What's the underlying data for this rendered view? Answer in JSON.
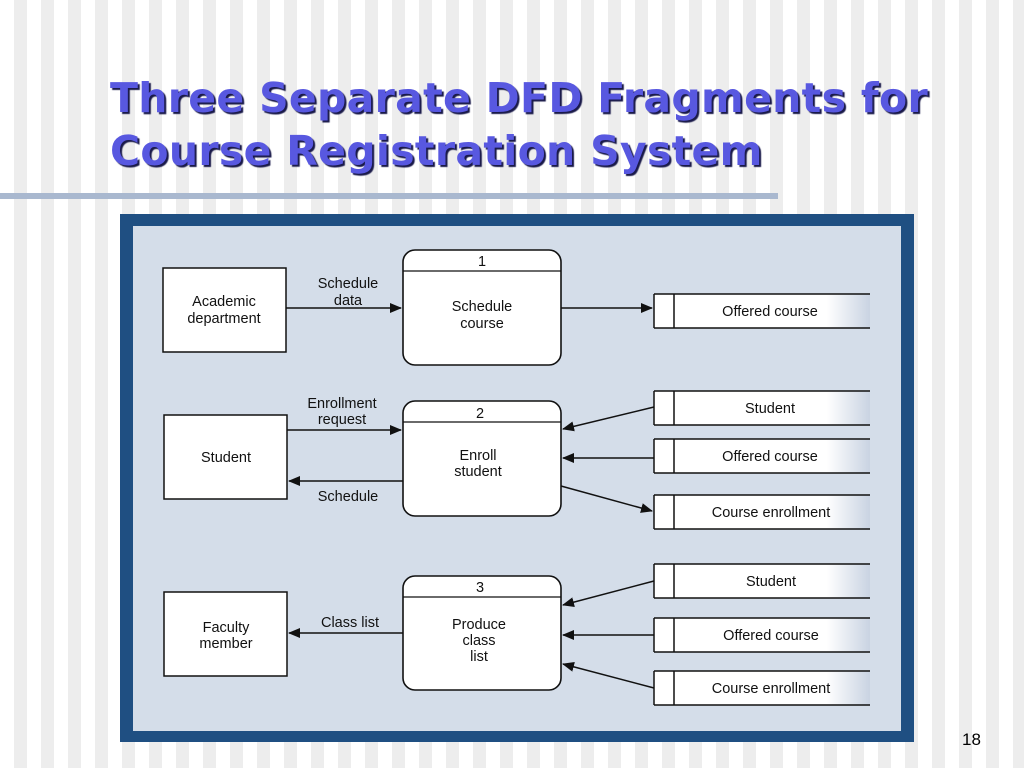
{
  "title": {
    "line1": "Three Separate DFD Fragments for",
    "line2": "Course Registration System"
  },
  "page_number": "18",
  "diagram": {
    "entities": {
      "academic_department": [
        "Academic",
        "department"
      ],
      "student": [
        "Student"
      ],
      "faculty_member": [
        "Faculty",
        "member"
      ]
    },
    "processes": {
      "p1": {
        "number": "1",
        "label": [
          "Schedule",
          "course"
        ]
      },
      "p2": {
        "number": "2",
        "label": [
          "Enroll",
          "student"
        ]
      },
      "p3": {
        "number": "3",
        "label": [
          "Produce",
          "class",
          "list"
        ]
      }
    },
    "stores": {
      "offered_course_1": "Offered course",
      "student_2": "Student",
      "offered_course_2": "Offered course",
      "course_enrollment_2": "Course enrollment",
      "student_3": "Student",
      "offered_course_3": "Offered course",
      "course_enrollment_3": "Course enrollment"
    },
    "flows": {
      "schedule_data": [
        "Schedule",
        "data"
      ],
      "enrollment_request": [
        "Enrollment",
        "request"
      ],
      "schedule": "Schedule",
      "class_list": "Class list"
    }
  }
}
